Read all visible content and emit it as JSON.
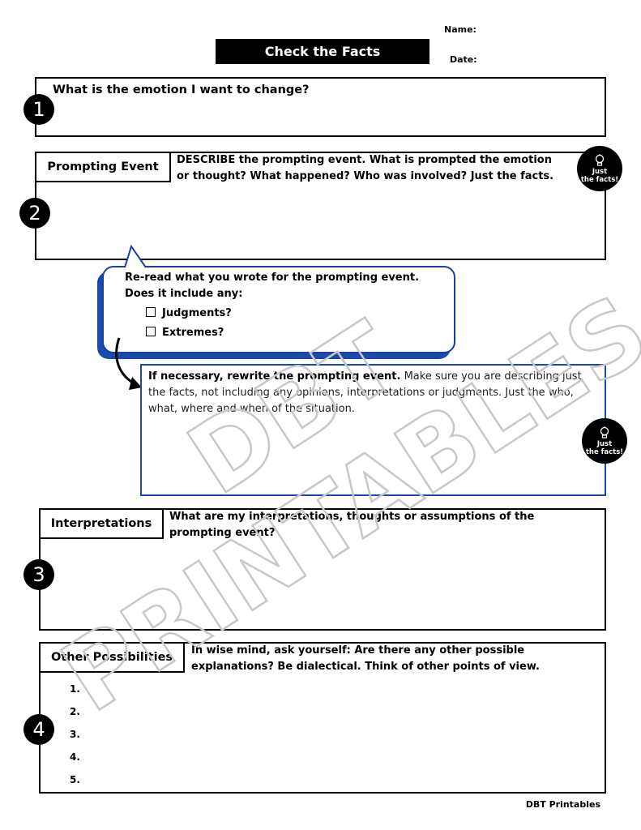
{
  "header": {
    "title": "Check the Facts",
    "name_label": "Name:",
    "date_label": "Date:"
  },
  "section1": {
    "number": "1",
    "prompt": "What is the emotion I want to change?"
  },
  "section2": {
    "number": "2",
    "tab_label": "Prompting Event",
    "prompt_line1": "DESCRIBE the prompting event. What is prompted the emotion",
    "prompt_line2": "or thought? What happened? Who was involved? Just the facts.",
    "badge_line1": "Just",
    "badge_line2": "the facts!"
  },
  "bubble": {
    "line1": "Re-read what you wrote for the prompting event.",
    "line2": "Does it include any:",
    "options": [
      "Judgments?",
      "Extremes?"
    ]
  },
  "rewrite": {
    "bold_text": "If necessary, rewrite the prompting event.",
    "text": " Make sure you are describing just the facts, not including any opinions, interpretations or judgments. Just the who, what, where and when of the situation.",
    "badge_line1": "Just",
    "badge_line2": "the facts!"
  },
  "section3": {
    "number": "3",
    "tab_label": "Interpretations",
    "prompt_line1": "What are my interpretations, thoughts or assumptions of the",
    "prompt_line2": "prompting event?"
  },
  "section4": {
    "number": "4",
    "tab_label": "Other Possibilities",
    "prompt_line1": "In wise mind, ask yourself: Are there any other possible",
    "prompt_line2": "explanations? Be dialectical. Think of other points of view.",
    "items": [
      "1.",
      "2.",
      "3.",
      "4.",
      "5."
    ]
  },
  "watermark": {
    "line1": "DBT",
    "line2": "PRINTABLES"
  },
  "footer": "DBT Printables",
  "colors": {
    "accent_blue": "#1a4aad",
    "black": "#000000"
  }
}
